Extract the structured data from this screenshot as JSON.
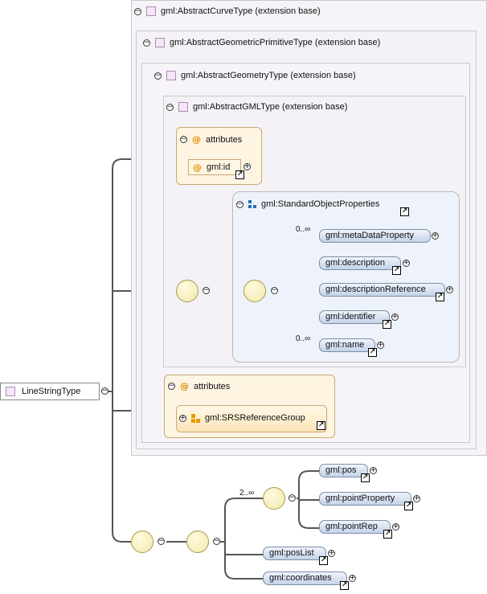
{
  "frames": {
    "curve": "gml:AbstractCurveType (extension base)",
    "primitive": "gml:AbstractGeometricPrimitiveType (extension base)",
    "geometry": "gml:AbstractGeometryType (extension base)",
    "gml": "gml:AbstractGMLType (extension base)"
  },
  "attributes_label": "attributes",
  "attr_at": "@",
  "gml_id": "gml:id",
  "standard_object_properties": "gml:StandardObjectProperties",
  "sop_elements": [
    "gml:metaDataProperty",
    "gml:description",
    "gml:descriptionReference",
    "gml:identifier",
    "gml:name"
  ],
  "cardinality_many": "0..∞",
  "cardinality_two_many": "2..∞",
  "srs_group": "gml:SRSReferenceGroup",
  "root_type": "LineStringType",
  "choice_elements": [
    "gml:pos",
    "gml:pointProperty",
    "gml:pointRep"
  ],
  "seq_elements": [
    "gml:posList",
    "gml:coordinates"
  ],
  "glyphs": {
    "minus": "−",
    "plus": "+",
    "link": "↗"
  },
  "colors": {
    "element_fill": "#c4d2ea",
    "attribute_fill": "#fdf4e2",
    "type_marker": "#f3e6f5",
    "compositor": "#f1e7a9"
  }
}
